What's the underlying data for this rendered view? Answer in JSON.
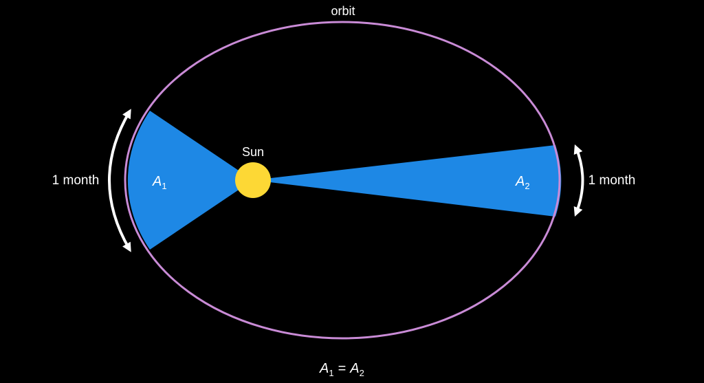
{
  "orbit_label": "orbit",
  "sun_label": "Sun",
  "left_duration": "1 month",
  "right_duration": "1 month",
  "area_left": {
    "base": "A",
    "sub": "1"
  },
  "area_right": {
    "base": "A",
    "sub": "2"
  },
  "equation": {
    "lhs_base": "A",
    "lhs_sub": "1",
    "op": "=",
    "rhs_base": "A",
    "rhs_sub": "2"
  },
  "colors": {
    "background": "#000000",
    "orbit": "#c98bd6",
    "sector": "#1e88e5",
    "sun": "#fdd835",
    "text": "#ffffff",
    "arrow": "#ffffff"
  }
}
